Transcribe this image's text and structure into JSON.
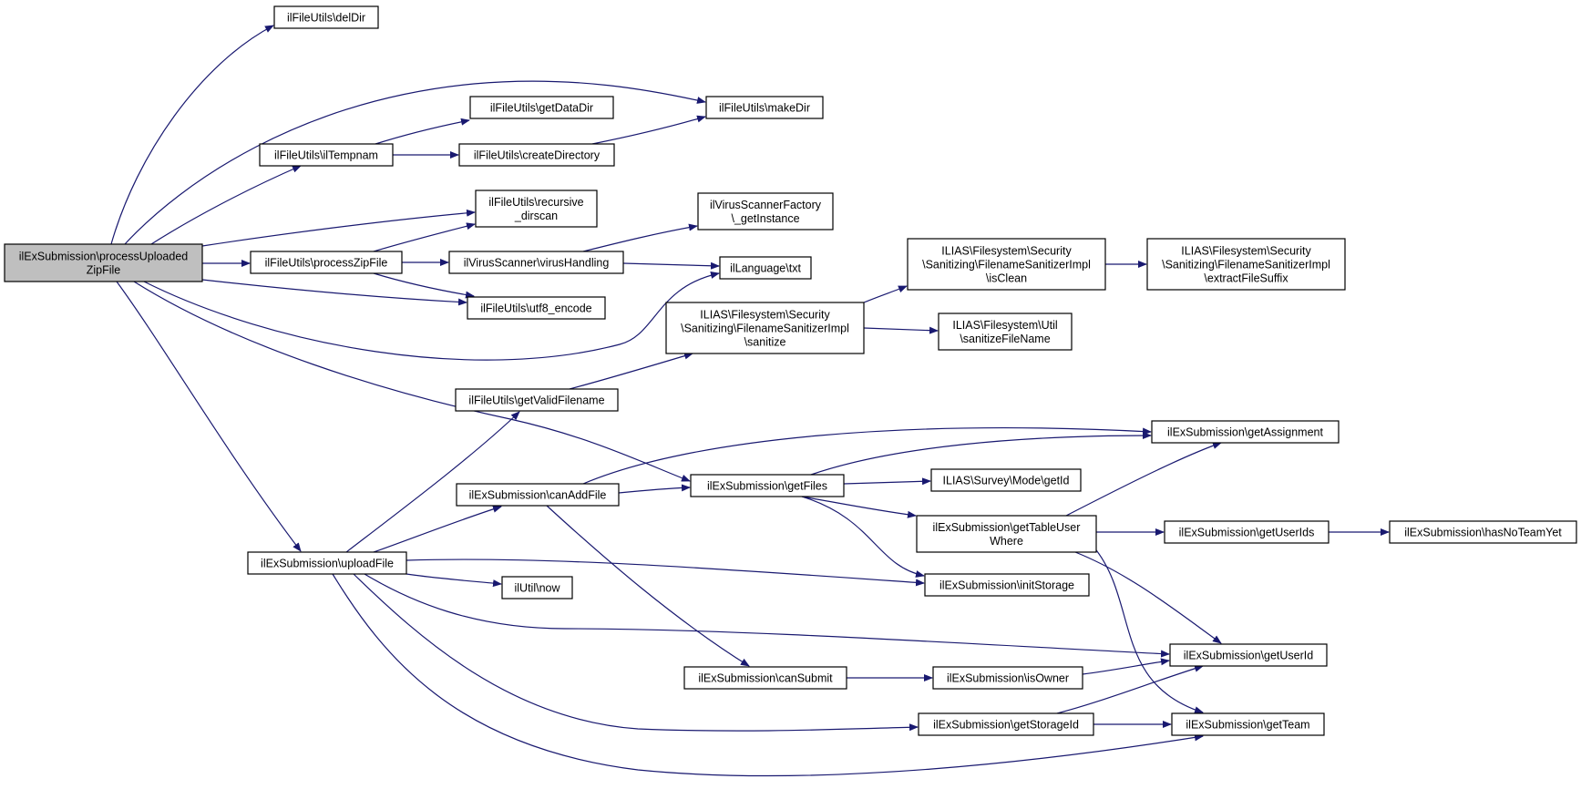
{
  "colors": {
    "edge": "#191970",
    "node_border": "#000000",
    "node_fill": "#ffffff",
    "root_fill": "#bfbfbf",
    "text": "#000000"
  },
  "nodes": [
    {
      "id": "root",
      "lines": [
        "ilExSubmission\\processUploaded",
        "ZipFile"
      ],
      "root": true
    },
    {
      "id": "delDir",
      "lines": [
        "ilFileUtils\\delDir"
      ]
    },
    {
      "id": "makeDir",
      "lines": [
        "ilFileUtils\\makeDir"
      ]
    },
    {
      "id": "getDataDir",
      "lines": [
        "ilFileUtils\\getDataDir"
      ]
    },
    {
      "id": "ilTempnam",
      "lines": [
        "ilFileUtils\\ilTempnam"
      ]
    },
    {
      "id": "createDirectory",
      "lines": [
        "ilFileUtils\\createDirectory"
      ]
    },
    {
      "id": "recursive_dirscan",
      "lines": [
        "ilFileUtils\\recursive",
        "_dirscan"
      ]
    },
    {
      "id": "getInstance",
      "lines": [
        "ilVirusScannerFactory",
        "\\_getInstance"
      ]
    },
    {
      "id": "processZipFile",
      "lines": [
        "ilFileUtils\\processZipFile"
      ]
    },
    {
      "id": "virusHandling",
      "lines": [
        "ilVirusScanner\\virusHandling"
      ]
    },
    {
      "id": "txt",
      "lines": [
        "ilLanguage\\txt"
      ]
    },
    {
      "id": "isClean",
      "lines": [
        "ILIAS\\Filesystem\\Security",
        "\\Sanitizing\\FilenameSanitizerImpl",
        "\\isClean"
      ]
    },
    {
      "id": "extractFileSuffix",
      "lines": [
        "ILIAS\\Filesystem\\Security",
        "\\Sanitizing\\FilenameSanitizerImpl",
        "\\extractFileSuffix"
      ]
    },
    {
      "id": "utf8_encode",
      "lines": [
        "ilFileUtils\\utf8_encode"
      ]
    },
    {
      "id": "sanitize",
      "lines": [
        "ILIAS\\Filesystem\\Security",
        "\\Sanitizing\\FilenameSanitizerImpl",
        "\\sanitize"
      ]
    },
    {
      "id": "sanitizeFileName",
      "lines": [
        "ILIAS\\Filesystem\\Util",
        "\\sanitizeFileName"
      ]
    },
    {
      "id": "getValidFilename",
      "lines": [
        "ilFileUtils\\getValidFilename"
      ]
    },
    {
      "id": "getAssignment",
      "lines": [
        "ilExSubmission\\getAssignment"
      ]
    },
    {
      "id": "getId",
      "lines": [
        "ILIAS\\Survey\\Mode\\getId"
      ]
    },
    {
      "id": "canAddFile",
      "lines": [
        "ilExSubmission\\canAddFile"
      ]
    },
    {
      "id": "getFiles",
      "lines": [
        "ilExSubmission\\getFiles"
      ]
    },
    {
      "id": "getTableUserWhere",
      "lines": [
        "ilExSubmission\\getTableUser",
        "Where"
      ]
    },
    {
      "id": "getUserIds",
      "lines": [
        "ilExSubmission\\getUserIds"
      ]
    },
    {
      "id": "hasNoTeamYet",
      "lines": [
        "ilExSubmission\\hasNoTeamYet"
      ]
    },
    {
      "id": "uploadFile",
      "lines": [
        "ilExSubmission\\uploadFile"
      ]
    },
    {
      "id": "initStorage",
      "lines": [
        "ilExSubmission\\initStorage"
      ]
    },
    {
      "id": "now",
      "lines": [
        "ilUtil\\now"
      ]
    },
    {
      "id": "getUserId",
      "lines": [
        "ilExSubmission\\getUserId"
      ]
    },
    {
      "id": "canSubmit",
      "lines": [
        "ilExSubmission\\canSubmit"
      ]
    },
    {
      "id": "isOwner",
      "lines": [
        "ilExSubmission\\isOwner"
      ]
    },
    {
      "id": "getStorageId",
      "lines": [
        "ilExSubmission\\getStorageId"
      ]
    },
    {
      "id": "getTeam",
      "lines": [
        "ilExSubmission\\getTeam"
      ]
    }
  ],
  "edges": [
    {
      "from": "root",
      "to": "delDir"
    },
    {
      "from": "root",
      "to": "makeDir"
    },
    {
      "from": "root",
      "to": "ilTempnam"
    },
    {
      "from": "root",
      "to": "recursive_dirscan"
    },
    {
      "from": "root",
      "to": "processZipFile"
    },
    {
      "from": "root",
      "to": "utf8_encode"
    },
    {
      "from": "root",
      "to": "txt"
    },
    {
      "from": "root",
      "to": "getFiles"
    },
    {
      "from": "root",
      "to": "uploadFile"
    },
    {
      "from": "ilTempnam",
      "to": "getDataDir"
    },
    {
      "from": "ilTempnam",
      "to": "createDirectory"
    },
    {
      "from": "createDirectory",
      "to": "makeDir"
    },
    {
      "from": "processZipFile",
      "to": "recursive_dirscan"
    },
    {
      "from": "processZipFile",
      "to": "virusHandling"
    },
    {
      "from": "processZipFile",
      "to": "utf8_encode"
    },
    {
      "from": "virusHandling",
      "to": "getInstance"
    },
    {
      "from": "virusHandling",
      "to": "txt"
    },
    {
      "from": "sanitize",
      "to": "isClean"
    },
    {
      "from": "sanitize",
      "to": "sanitizeFileName"
    },
    {
      "from": "isClean",
      "to": "extractFileSuffix"
    },
    {
      "from": "getValidFilename",
      "to": "sanitize"
    },
    {
      "from": "uploadFile",
      "to": "getValidFilename"
    },
    {
      "from": "uploadFile",
      "to": "canAddFile"
    },
    {
      "from": "uploadFile",
      "to": "initStorage"
    },
    {
      "from": "uploadFile",
      "to": "now"
    },
    {
      "from": "uploadFile",
      "to": "getUserId"
    },
    {
      "from": "uploadFile",
      "to": "getStorageId"
    },
    {
      "from": "uploadFile",
      "to": "getTeam"
    },
    {
      "from": "canAddFile",
      "to": "getAssignment"
    },
    {
      "from": "canAddFile",
      "to": "getFiles"
    },
    {
      "from": "canAddFile",
      "to": "canSubmit"
    },
    {
      "from": "getFiles",
      "to": "getAssignment"
    },
    {
      "from": "getFiles",
      "to": "getId"
    },
    {
      "from": "getFiles",
      "to": "getTableUserWhere"
    },
    {
      "from": "getFiles",
      "to": "initStorage"
    },
    {
      "from": "getTableUserWhere",
      "to": "getAssignment"
    },
    {
      "from": "getTableUserWhere",
      "to": "getUserIds"
    },
    {
      "from": "getTableUserWhere",
      "to": "getUserId"
    },
    {
      "from": "getTableUserWhere",
      "to": "getTeam"
    },
    {
      "from": "getUserIds",
      "to": "hasNoTeamYet"
    },
    {
      "from": "canSubmit",
      "to": "isOwner"
    },
    {
      "from": "isOwner",
      "to": "getUserId"
    },
    {
      "from": "getStorageId",
      "to": "getUserId"
    },
    {
      "from": "getStorageId",
      "to": "getTeam"
    }
  ]
}
